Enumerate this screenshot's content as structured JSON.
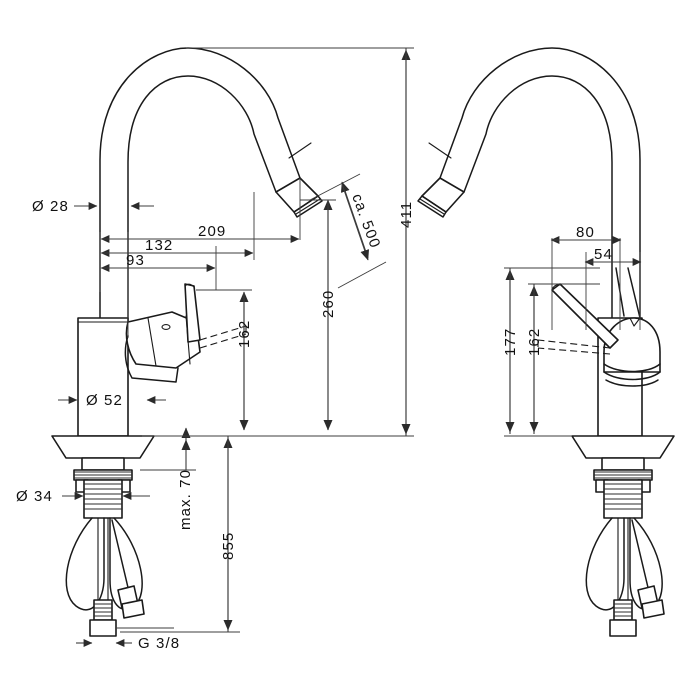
{
  "drawing": {
    "title": "Kitchen mixer tap — dimensioned technical drawing",
    "type": "two-view orthographic technical drawing",
    "units": "mm",
    "views": [
      {
        "name": "front-view",
        "position": "left"
      },
      {
        "name": "side-view",
        "position": "right"
      }
    ],
    "line_color": "#1a1a1a",
    "dimension_color": "#3c3c3c",
    "background_color": "#ffffff"
  },
  "dimensions": {
    "front": {
      "dia_spout_tube": "Ø 28",
      "reach_209": "209",
      "reach_132": "132",
      "reach_93": "93",
      "handle_height_162": "162",
      "spout_outlet_height_260": "260",
      "overall_height_411": "411",
      "diagonal_hose_500": "ca. 500",
      "dia_body_52": "Ø 52",
      "dia_shank_34": "Ø 34",
      "max_deck_thickness_70": "max. 70",
      "hose_length_855": "855",
      "thread_connection": "G 3/8"
    },
    "side": {
      "depth_80": "80",
      "depth_54": "54",
      "height_177": "177",
      "handle_height_162": "162"
    }
  },
  "labels": {
    "d28": "Ø 28",
    "d209": "209",
    "d132": "132",
    "d93": "93",
    "d162l": "162",
    "d260": "260",
    "d411": "411",
    "d500": "ca. 500",
    "d52": "Ø 52",
    "d34": "Ø 34",
    "dmax70": "max. 70",
    "d855": "855",
    "dg38": "G 3/8",
    "d80": "80",
    "d54": "54",
    "d177": "177",
    "d162r": "162"
  }
}
